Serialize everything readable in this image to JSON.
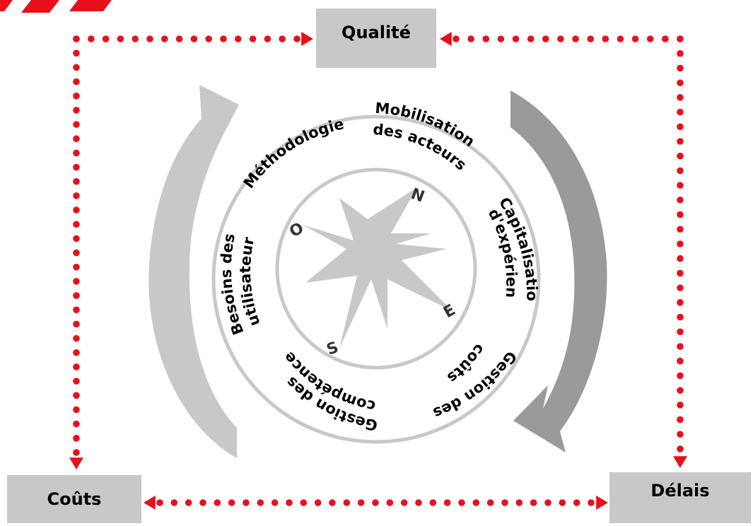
{
  "colors": {
    "connector": "#e8101a",
    "box_fill": "#c8c8c8",
    "ring_stroke": "#c8c8c8",
    "arrow_light": "#c8c8c8",
    "arrow_dark": "#8c8c8c",
    "text": "#000000"
  },
  "constraints": {
    "top": "Qualité",
    "bottom_left": "Coûts",
    "bottom_right": "Délais"
  },
  "outer_ring": {
    "segments": [
      "Méthodologie",
      "Mobilisation",
      "des acteurs",
      "Capitalisation",
      "d'expérience",
      "Gestion des",
      "coûts",
      "Gestion des",
      "compétences",
      "Besoins des",
      "utilisateurs"
    ]
  },
  "compass": {
    "north": "N",
    "east": "E",
    "south": "S",
    "west": "O"
  },
  "icons": [
    "compass-rose-icon",
    "rotation-arrow-icon",
    "arrowhead-icon",
    "corner-stripes-icon"
  ]
}
